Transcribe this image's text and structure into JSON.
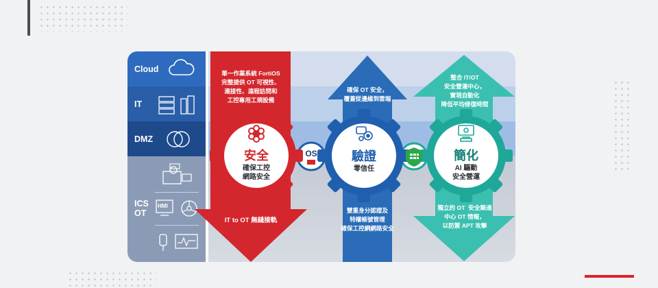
{
  "layers": [
    {
      "label": "Cloud",
      "icon": "cloud-icon"
    },
    {
      "label": "IT",
      "icon": "server-icon"
    },
    {
      "label": "DMZ",
      "icon": "network-icon"
    },
    {
      "label": "ICS\nOT",
      "icon": "hmi-icon"
    }
  ],
  "ics_labels": {
    "hmi": "HMI"
  },
  "red_arrow": {
    "top_text": "單一作業系統 FortiOS\n完整提供 OT 可視性、\n連接性、遠程訪問和\n工控專用工規設備",
    "bottom_text": "IT to OT 無縫接軌"
  },
  "blue_arrow": {
    "top_text": "確保 OT 安全，\n覆蓋從邊緣到雲端",
    "bottom_text": "雙重身分認證及\n特權帳號管理\n確保工控網網路安全"
  },
  "teal_arrow": {
    "top_text": "整合 IT/OT\n安全營運中心，\n實現自動化\n降低平均修復時間",
    "bottom_text": "獨立的 OT  安全築通\n中心 OT 情報，\n以防禦 APT 攻擊"
  },
  "gears": [
    {
      "title": "安全",
      "sub": "確保工控\n網路安全",
      "color": "#d3272d"
    },
    {
      "title": "驗證",
      "sub": "零信任",
      "color": "#1f5fae"
    },
    {
      "title": "簡化",
      "sub": "AI 驅動\n安全營運",
      "color": "#1fa79a"
    }
  ],
  "os_badge": {
    "label": "OS"
  },
  "colors": {
    "red": "#d3272d",
    "blue": "#2a6cb7",
    "teal": "#3bbfb0",
    "accent_red": "#e21e26"
  }
}
